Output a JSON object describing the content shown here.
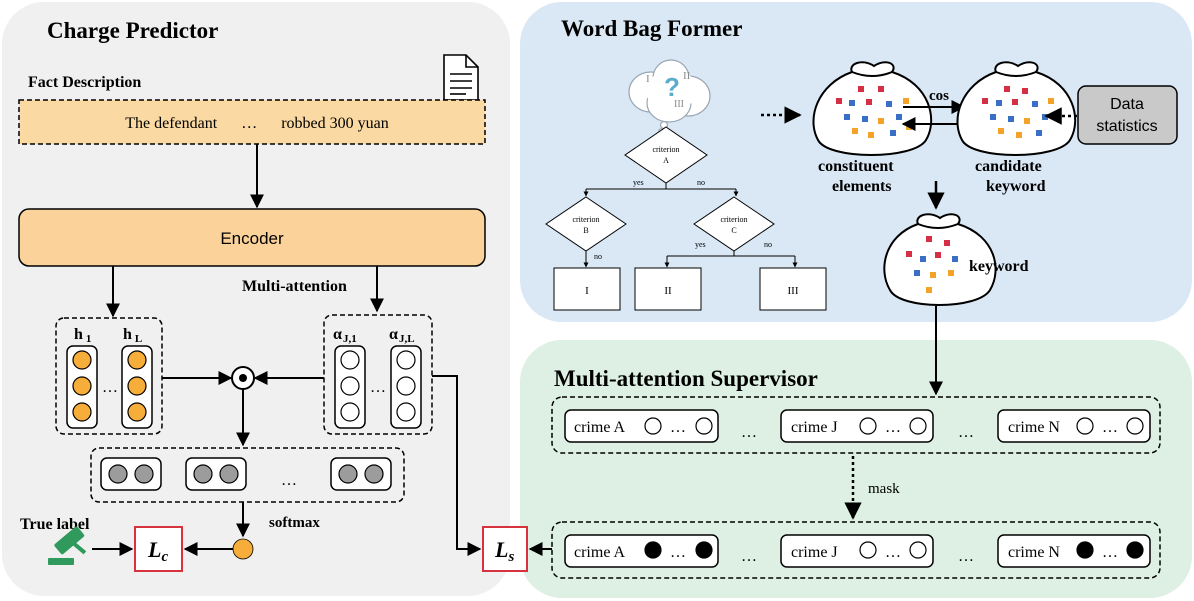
{
  "panels": {
    "charge_predictor": {
      "title": "Charge Predictor",
      "fact_label": "Fact Description",
      "fact_text": "The defendant      …      robbed 300 yuan",
      "encoder": "Encoder",
      "multi_attention": "Multi-attention",
      "h_first": "h",
      "h_first_sub": "1",
      "h_last": "h",
      "h_last_sub": "L",
      "alpha_first": "α",
      "alpha_first_sub": "J,1",
      "alpha_last": "α",
      "alpha_last_sub": "J,L",
      "ellipsis": "…",
      "softmax": "softmax",
      "true_label": "True label",
      "loss_c": "L",
      "loss_c_sub": "c",
      "loss_s": "L",
      "loss_s_sub": "s"
    },
    "word_bag_former": {
      "title": "Word Bag Former",
      "cloud_symbols": [
        "I",
        "?",
        "II",
        "III"
      ],
      "criterion_a": [
        "criterion",
        "A"
      ],
      "criterion_b": [
        "criterion",
        "B"
      ],
      "criterion_c": [
        "criterion",
        "C"
      ],
      "yes": "yes",
      "no": "no",
      "leaf_i": "I",
      "leaf_ii": "II",
      "leaf_iii": "III",
      "cos": "cos",
      "constituent": [
        "constituent",
        "elements"
      ],
      "candidate": [
        "candidate",
        "keyword"
      ],
      "keyword": "keyword",
      "data_statistics": [
        "Data",
        "statistics"
      ]
    },
    "supervisor": {
      "title": "Multi-attention Supervisor",
      "crimes": [
        "crime A",
        "crime J",
        "crime N"
      ],
      "ellipsis": "…",
      "mask": "mask"
    }
  },
  "colors": {
    "left_panel": "#f0f0f0",
    "word_bag_panel": "#dae8f5",
    "supervisor_panel": "#ddf0e3",
    "fact_fill": "#fbd9a2",
    "encoder_fill": "#fbd39a",
    "orange_node": "#f7ad3a",
    "gray_node": "#9c9c9c",
    "loss_red": "#d6333e",
    "gavel_green": "#2f9a5b",
    "data_box": "#c9c9c9",
    "bag_red": "#d62f45",
    "bag_blue": "#3a6fc7",
    "bag_orange": "#f3a32a"
  }
}
